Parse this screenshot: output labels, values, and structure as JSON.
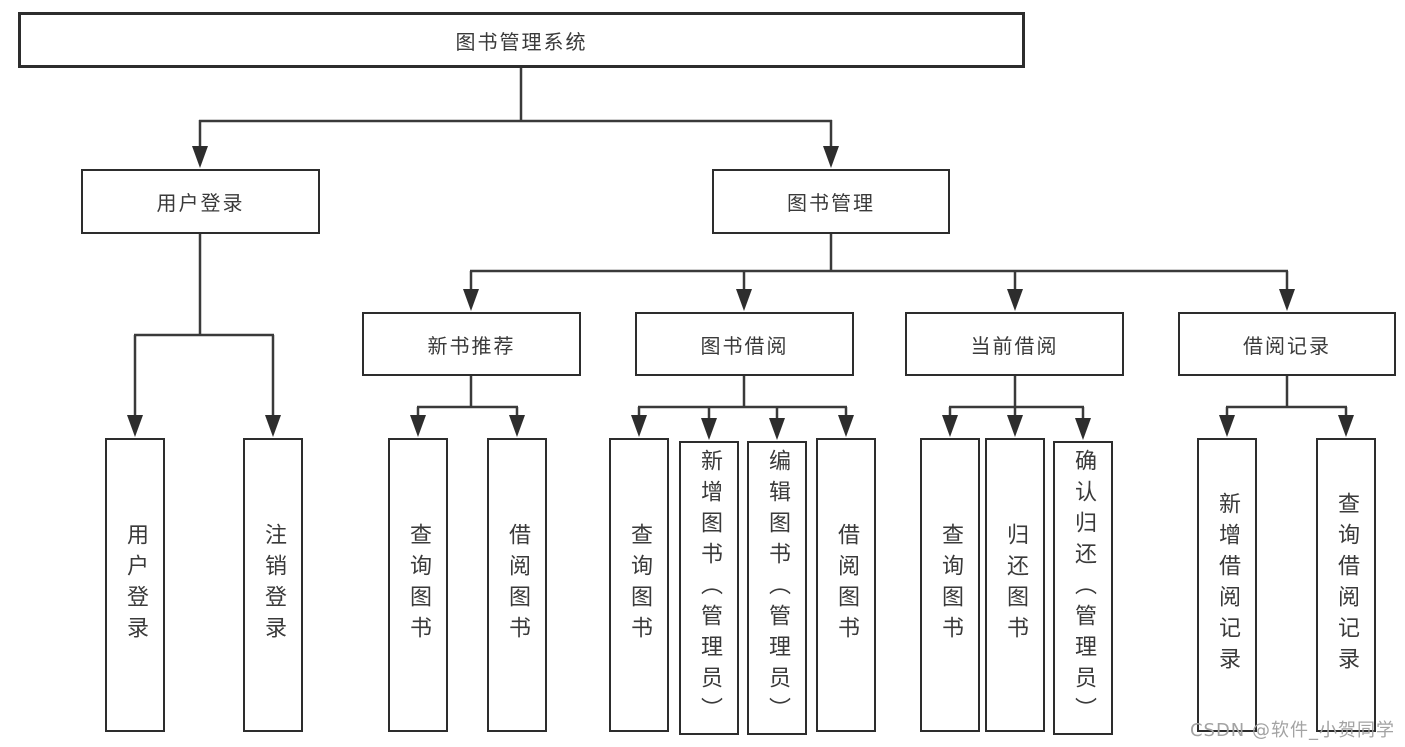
{
  "diagram_type": "hierarchy-tree",
  "tree": {
    "label": "图书管理系统",
    "children": [
      {
        "label": "用户登录",
        "children": [
          {
            "label": "用户登录"
          },
          {
            "label": "注销登录"
          }
        ]
      },
      {
        "label": "图书管理",
        "children": [
          {
            "label": "新书推荐",
            "children": [
              {
                "label": "查询图书"
              },
              {
                "label": "借阅图书"
              }
            ]
          },
          {
            "label": "图书借阅",
            "children": [
              {
                "label": "查询图书"
              },
              {
                "label": "新增图书（管理员）"
              },
              {
                "label": "编辑图书（管理员）"
              },
              {
                "label": "借阅图书"
              }
            ]
          },
          {
            "label": "当前借阅",
            "children": [
              {
                "label": "查询图书"
              },
              {
                "label": "归还图书"
              },
              {
                "label": "确认归还（管理员）"
              }
            ]
          },
          {
            "label": "借阅记录",
            "children": [
              {
                "label": "新增借阅记录"
              },
              {
                "label": "查询借阅记录"
              }
            ]
          }
        ]
      }
    ]
  },
  "watermark": {
    "text": "CSDN @软件_小贺同学"
  },
  "colors": {
    "line": "#3a3a3a",
    "box_border": "#2d2d2d",
    "text": "#3a3a3a",
    "watermark": "#a3a3a3",
    "background": "#ffffff"
  }
}
